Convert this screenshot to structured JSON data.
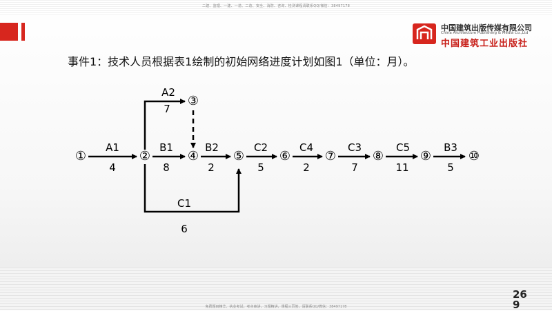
{
  "header": {
    "top_note": "二建、监理、一建、一造、二造、安全、消防、咨询、检测课程请联系QQ/微信：38497178",
    "logo_cn": "中国建筑出版传媒有限公司",
    "logo_en": "China Architecture Publishing & Media Co.,Ltd",
    "logo_calligraphy": "中国建筑工业出版社"
  },
  "event_text": "事件1：技术人员根据表1绘制的初始网络进度计划如图1（单位：月）。",
  "network": {
    "nodes": [
      "①",
      "②",
      "③",
      "④",
      "⑤",
      "⑥",
      "⑦",
      "⑧",
      "⑨",
      "⑩"
    ],
    "activities": [
      {
        "name": "A1",
        "duration": "4"
      },
      {
        "name": "A2",
        "duration": "7"
      },
      {
        "name": "B1",
        "duration": "8"
      },
      {
        "name": "B2",
        "duration": "2"
      },
      {
        "name": "C1",
        "duration": "6"
      },
      {
        "name": "C2",
        "duration": "5"
      },
      {
        "name": "C4",
        "duration": "2"
      },
      {
        "name": "C3",
        "duration": "7"
      },
      {
        "name": "C5",
        "duration": "11"
      },
      {
        "name": "B3",
        "duration": "5"
      }
    ]
  },
  "footer": {
    "note": "免费题目精华、执业考试，考点串讲，习题精讲，课程三页签，请联系QQ/微信：38497178",
    "page_number": "269"
  },
  "colors": {
    "accent_red": "#d7261e",
    "line": "#000000"
  }
}
